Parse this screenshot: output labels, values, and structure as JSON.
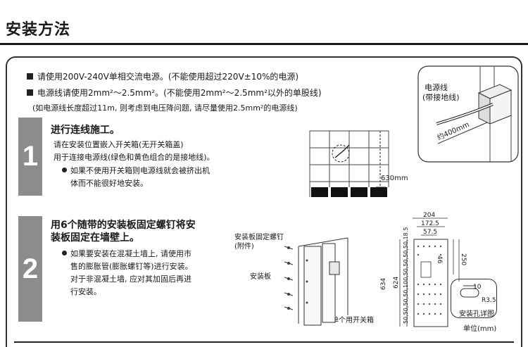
{
  "title": "安装方法",
  "notes": {
    "line1": "请使用200V-240V单相交流电源。(不能使用超过220V±10%的电源)",
    "line2": "电源线请使用2mm²～2.5mm²。(不能使用2mm²～2.5mm²以外的单股线)",
    "line3": "(如电源线长度超过11m, 则考虑到电压降问题, 请尽量使用2.5mm²的电源线)"
  },
  "top_figure": {
    "cable_label_1": "电源线",
    "cable_label_2": "(带接地线)",
    "length_label": "约400mm"
  },
  "step1": {
    "number": "1",
    "heading": "进行连线施工。",
    "text1": "请在安装位置嵌入开关箱(无开关箱盖)",
    "text2": "用于连接电源线(绿色和黄色组合的是接地线)。",
    "bullet1": "如果不使用开关箱则电源线就会被挤出机",
    "bullet1b": "体而不能很好地安装。",
    "height_label": "630mm"
  },
  "step2": {
    "number": "2",
    "heading1": "用6个随带的安装板固定螺钉将安",
    "heading2": "装板固定在墙壁上。",
    "bullet1": "如果要安装在混凝土墙上, 请使用市",
    "bullet1b": "售的膨胀管(膨胀螺钉等)进行安装。",
    "text1": "对于非混凝土墙, 应对其加固后再进",
    "text2": "行安装。",
    "screw_label_1": "安装板固定螺钉",
    "screw_label_2": "(附件)",
    "plate_label": "安装板",
    "box_label": "单个用开关箱",
    "hole_label": "安装孔详图",
    "unit_label": "单位(mm)"
  },
  "dimensions": {
    "w204": "204",
    "w172": "172.5",
    "w57": "57.5",
    "h46": "46",
    "h250": "250",
    "h634": "634",
    "h624": "624",
    "col": "50,50,50,50,100,50,50,50,50,18.5",
    "d10": "10",
    "r": "R3.5"
  }
}
